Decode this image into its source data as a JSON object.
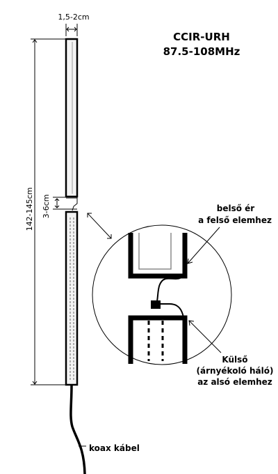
{
  "title": {
    "line1": "CCIR-URH",
    "line2": "87.5-108MHz"
  },
  "dimensions": {
    "width": "1,5-2cm",
    "length": "142-145cm",
    "gap": "3-6cm"
  },
  "labels": {
    "inner_line1": "belső ér",
    "inner_line2": "a felső elemhez",
    "outer_line1": "Külső",
    "outer_line2": "(árnyékoló háló)",
    "outer_line3": "az alsó elemhez",
    "coax": "koax kábel"
  },
  "colors": {
    "ink": "#000000",
    "background": "#ffffff",
    "tube_fill": "#f4f4f4",
    "shade": "#8a8a8a"
  }
}
